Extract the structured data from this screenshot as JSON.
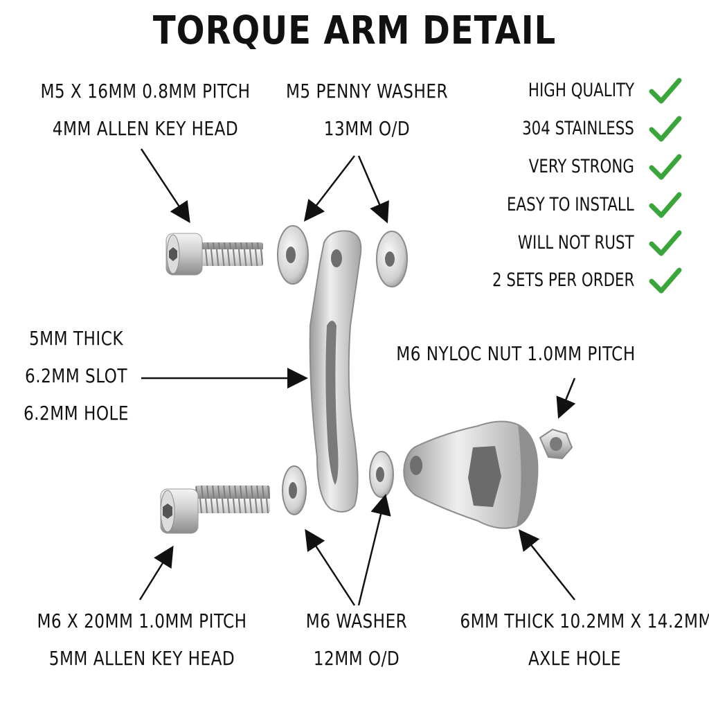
{
  "title": "TORQUE ARM DETAIL",
  "labels": {
    "m5_bolt": [
      "M5 X 16MM 0.8MM PITCH",
      "4MM ALLEN KEY HEAD"
    ],
    "m5_washer": [
      "M5 PENNY WASHER",
      "13MM O/D"
    ],
    "arm": [
      "5MM THICK",
      "6.2MM SLOT",
      "6.2MM HOLE"
    ],
    "m6_nut": [
      "M6 NYLOC NUT 1.0MM PITCH"
    ],
    "m6_bolt": [
      "M6 X 20MM 1.0MM PITCH",
      "5MM ALLEN KEY HEAD"
    ],
    "m6_washer": [
      "M6 WASHER",
      "12MM O/D"
    ],
    "axle_plate": [
      "6MM THICK 10.2MM X 14.2MM",
      "AXLE HOLE"
    ]
  },
  "features": [
    "HIGH QUALITY",
    "304 STAINLESS",
    "VERY STRONG",
    "EASY TO INSTALL",
    "WILL NOT RUST",
    "2 SETS PER ORDER"
  ],
  "colors": {
    "check": "#3aa53a",
    "text": "#111111",
    "metal_light": "#f2f2f2",
    "metal_dark": "#8a8a8a"
  },
  "icons": {
    "feature_mark": "checkmark-icon"
  }
}
